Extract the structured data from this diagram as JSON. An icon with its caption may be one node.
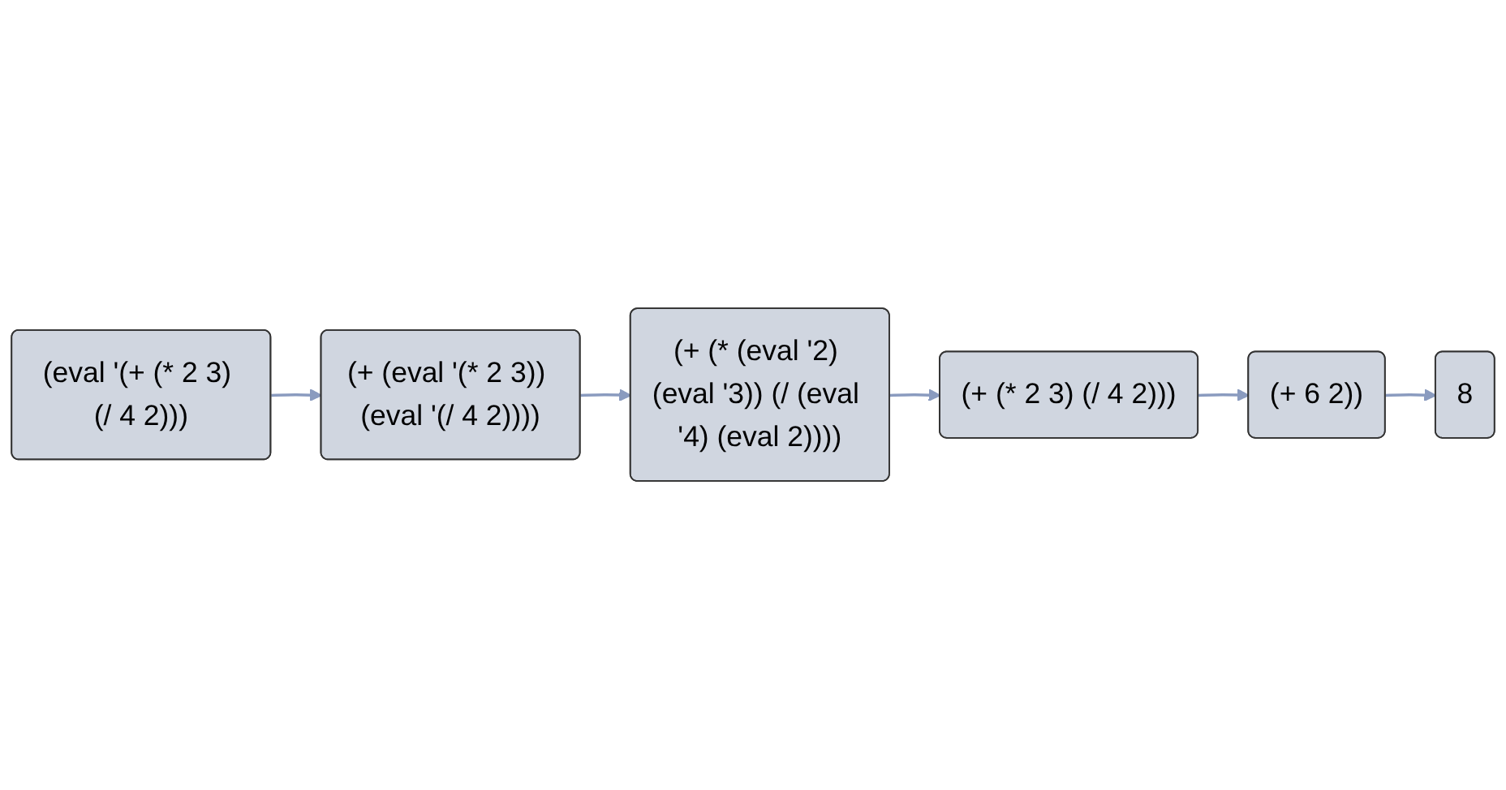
{
  "diagram": {
    "nodes": [
      {
        "text": [
          "(eval '(+ (* 2 3) (/ 4 2)))"
        ]
      },
      {
        "text": [
          "(+ (eval '(* 2 3)) (eval '(/ 4 2))))"
        ]
      },
      {
        "text": [
          "(+ (* (eval '2) (eval '3)) (/ (eval '4) (eval 2))))"
        ]
      },
      {
        "text": [
          "(+ (* 2 3) (/ 4 2)))"
        ]
      },
      {
        "text": [
          "(+ 6 2))"
        ]
      },
      {
        "text": [
          "8"
        ]
      }
    ],
    "edges": [
      {
        "from": 0,
        "to": 1,
        "arrow": "to"
      },
      {
        "from": 1,
        "to": 2,
        "arrow": "to"
      },
      {
        "from": 2,
        "to": 3,
        "arrow": "to"
      },
      {
        "from": 3,
        "to": 4,
        "arrow": "to"
      },
      {
        "from": 4,
        "to": 5,
        "arrow": "to"
      }
    ]
  }
}
